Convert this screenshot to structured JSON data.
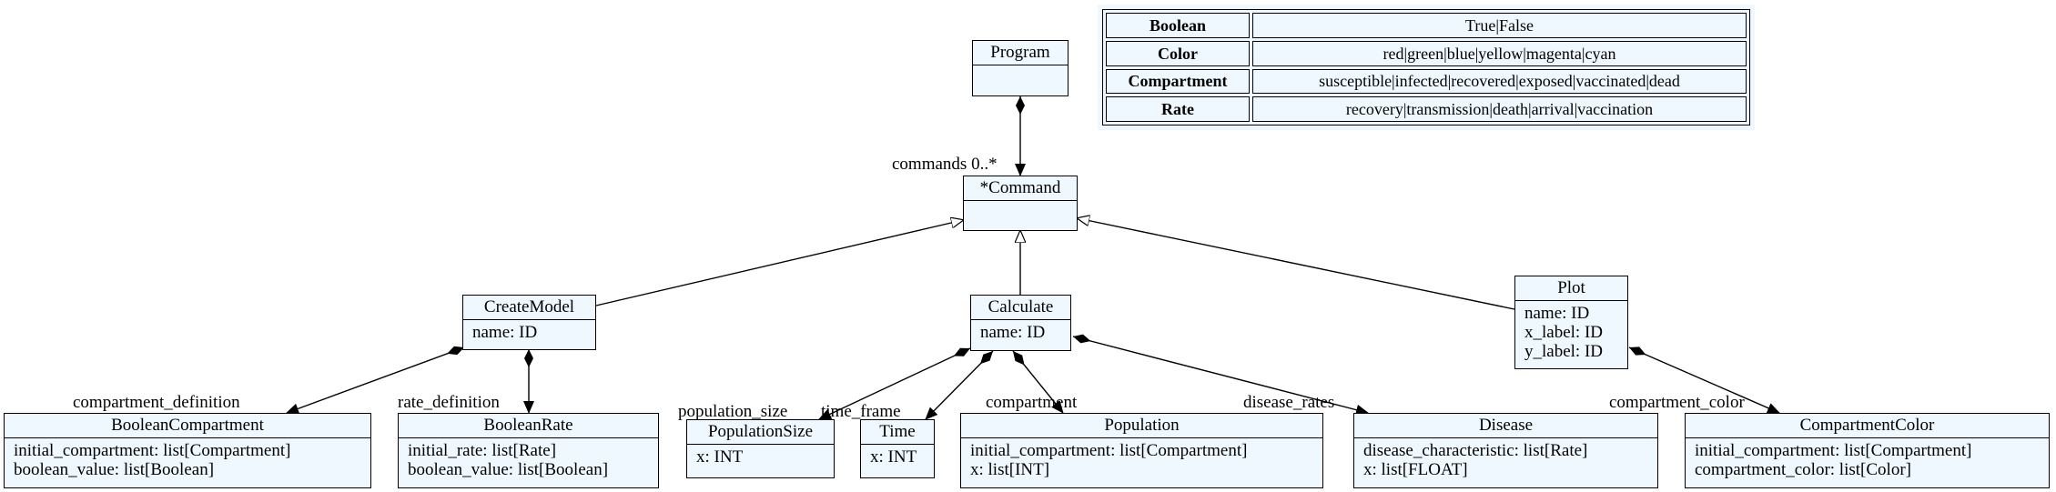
{
  "enums": [
    {
      "name": "Boolean",
      "values": "True|False"
    },
    {
      "name": "Color",
      "values": "red|green|blue|yellow|magenta|cyan"
    },
    {
      "name": "Compartment",
      "values": "susceptible|infected|recovered|exposed|vaccinated|dead"
    },
    {
      "name": "Rate",
      "values": "recovery|transmission|death|arrival|vaccination"
    }
  ],
  "classes": {
    "program": {
      "name": "Program",
      "attrs": []
    },
    "command": {
      "name": "*Command",
      "attrs": []
    },
    "create_model": {
      "name": "CreateModel",
      "attrs": [
        "name: ID"
      ]
    },
    "calculate": {
      "name": "Calculate",
      "attrs": [
        "name: ID"
      ]
    },
    "plot": {
      "name": "Plot",
      "attrs": [
        "name: ID",
        "x_label: ID",
        "y_label: ID"
      ]
    },
    "boolean_compartment": {
      "name": "BooleanCompartment",
      "attrs": [
        "initial_compartment: list[Compartment]",
        "boolean_value: list[Boolean]"
      ]
    },
    "boolean_rate": {
      "name": "BooleanRate",
      "attrs": [
        "initial_rate: list[Rate]",
        "boolean_value: list[Boolean]"
      ]
    },
    "population_size": {
      "name": "PopulationSize",
      "attrs": [
        "x: INT"
      ]
    },
    "time": {
      "name": "Time",
      "attrs": [
        "x: INT"
      ]
    },
    "population": {
      "name": "Population",
      "attrs": [
        "initial_compartment: list[Compartment]",
        "x: list[INT]"
      ]
    },
    "disease": {
      "name": "Disease",
      "attrs": [
        "disease_characteristic: list[Rate]",
        "x: list[FLOAT]"
      ]
    },
    "compartment_color": {
      "name": "CompartmentColor",
      "attrs": [
        "initial_compartment: list[Compartment]",
        "compartment_color: list[Color]"
      ]
    }
  },
  "relations": {
    "commands": "commands 0..*",
    "compartment_definition": "compartment_definition",
    "rate_definition": "rate_definition",
    "population_size": "population_size",
    "time_frame": "time_frame",
    "compartment": "compartment",
    "disease_rates": "disease_rates",
    "compartment_color": "compartment_color"
  }
}
